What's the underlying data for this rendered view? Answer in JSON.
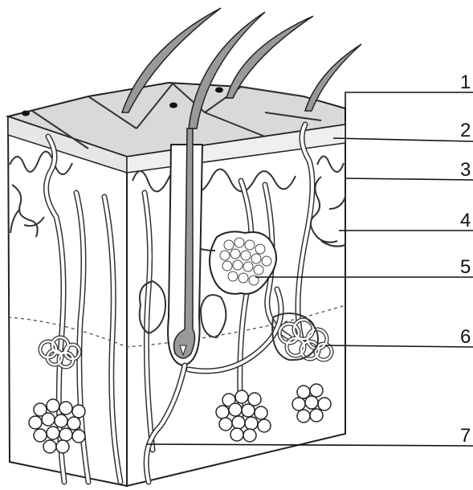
{
  "labels": [
    {
      "num": "1"
    },
    {
      "num": "2"
    },
    {
      "num": "3"
    },
    {
      "num": "4"
    },
    {
      "num": "5"
    },
    {
      "num": "6"
    },
    {
      "num": "7"
    }
  ]
}
